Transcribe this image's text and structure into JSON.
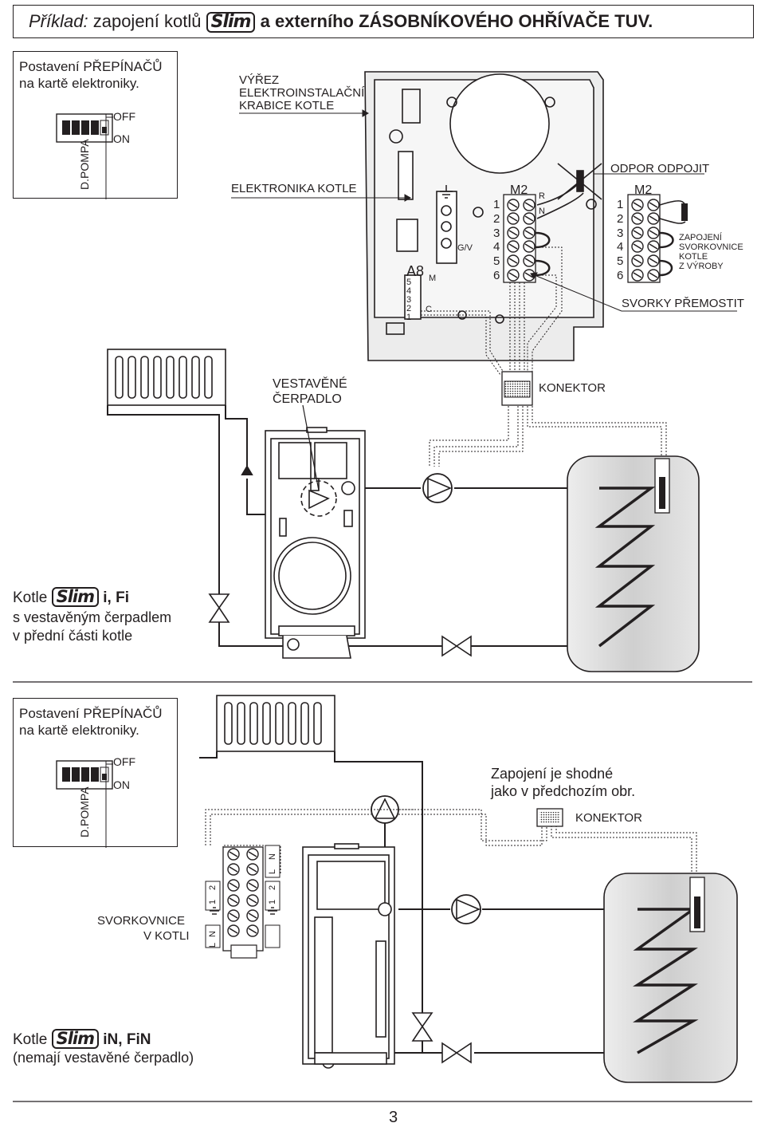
{
  "title": {
    "prefix": "Příklad:",
    "middle": "zapojení kotlů",
    "brand": "Slim",
    "suffix": "a externího ZÁSOBNÍKOVÉHO OHŘÍVAČE TUV."
  },
  "top": {
    "switch_panel": {
      "line1": "Postavení PŘEPÍNAČŮ",
      "line2": "na kartě elektroniky.",
      "off": "OFF",
      "on": "ON",
      "pump": "D.POMPA"
    },
    "cutout_label": [
      "VÝŘEZ",
      "ELEKTROINSTALAČNÍ",
      "KRABICE KOTLE"
    ],
    "electronics_label": "ELEKTRONIKA KOTLE",
    "a8": "A8",
    "a8_pins": [
      "5",
      "4",
      "3",
      "2",
      "1"
    ],
    "m": "M",
    "c": "C",
    "gv": "G/V",
    "m2_left": "M2",
    "m2_right": "M2",
    "r": "R",
    "n": "N",
    "terminal_numbers": [
      "1",
      "2",
      "3",
      "4",
      "5",
      "6"
    ],
    "odpor": "ODPOR ODPOJIT",
    "zapojeni": [
      "ZAPOJENÍ",
      "SVORKOVNICE",
      "KOTLE",
      "Z VÝROBY"
    ],
    "svorky": "SVORKY PŘEMOSTIT",
    "cerpadlo": [
      "VESTAVĚNÉ",
      "ČERPADLO"
    ],
    "konektor": "KONEKTOR",
    "kotle_label": "Kotle",
    "kotle_brand": "Slim",
    "kotle_model": "i, Fi",
    "kotle_line2": "s vestavěným čerpadlem",
    "kotle_line3": "v přední části kotle"
  },
  "bottom": {
    "switch_panel": {
      "line1": "Postavení PŘEPÍNAČŮ",
      "line2": "na kartě elektroniky.",
      "off": "OFF",
      "on": "ON",
      "pump": "D.POMPA"
    },
    "zapojeni_line1": "Zapojení je shodné",
    "zapojeni_line2": "jako v předchozím obr.",
    "konektor": "KONEKTOR",
    "svorkovnice": [
      "SVORKOVNICE",
      "V KOTLI"
    ],
    "term_letters": [
      "L",
      "N",
      "L",
      "N",
      "1",
      "2",
      "1",
      "2"
    ],
    "kotle_label": "Kotle",
    "kotle_brand": "Slim",
    "kotle_model": "iN, FiN",
    "kotle_line2": "(nemají vestavěné čerpadlo)"
  },
  "page_number": "3"
}
